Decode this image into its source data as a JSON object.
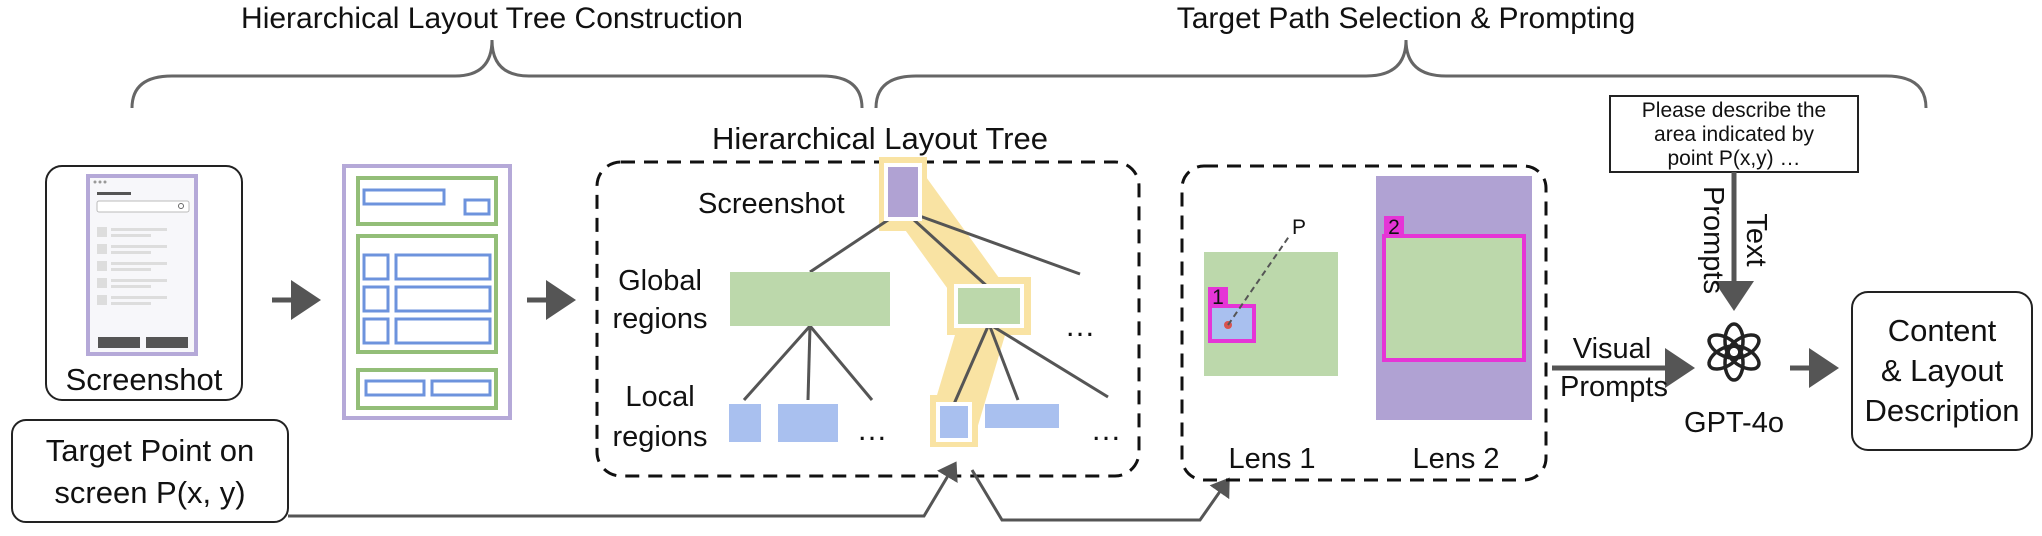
{
  "titles": {
    "left": "Hierarchical Layout Tree Construction",
    "right": "Target Path Selection & Prompting"
  },
  "screenshot": {
    "label": "Screenshot"
  },
  "target_point": {
    "line1": "Target  Point on",
    "line2": "screen P(x, y)"
  },
  "tree": {
    "title": "Hierarchical Layout Tree",
    "root_label": "Screenshot",
    "global_label_line1": "Global",
    "global_label_line2": "regions",
    "local_label_line1": "Local",
    "local_label_line2": "regions",
    "ellipsis": "…"
  },
  "lens": {
    "point_label": "P",
    "badge1": "1",
    "badge2": "2",
    "lens1_label": "Lens 1",
    "lens2_label": "Lens 2"
  },
  "prompt": {
    "line1": "Please describe the",
    "line2": "area indicated by",
    "line3": "point P(x,y) …"
  },
  "text_prompts": {
    "line1": "Text",
    "line2": "Prompts"
  },
  "visual_prompts": {
    "line1": "Visual",
    "line2": "Prompts"
  },
  "model": {
    "label": "GPT-4o"
  },
  "output": {
    "line1": "Content",
    "line2": "& Layout",
    "line3": "Description"
  },
  "colors": {
    "purple": "#b0a2d3",
    "green": "#bcd8ab",
    "blue": "#a9c0ef",
    "blue_border": "#6d93dd",
    "green_border": "#93be78",
    "highlight": "#f9e3a3",
    "magenta": "#e535d6",
    "arrow": "#555555"
  }
}
